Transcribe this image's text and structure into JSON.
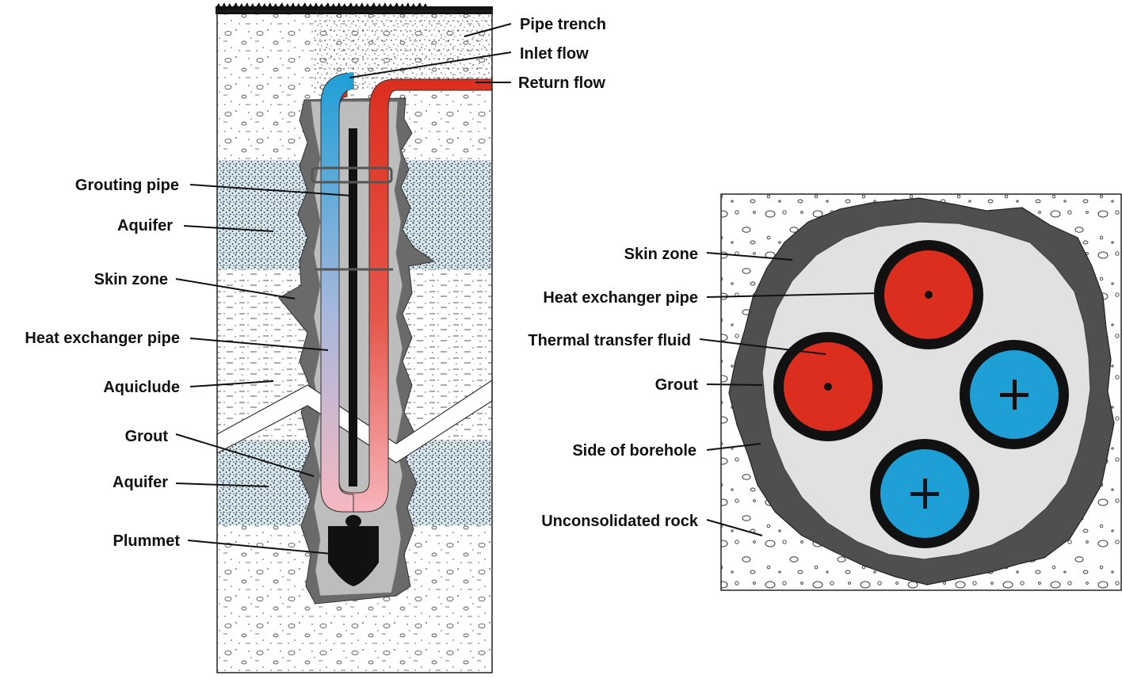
{
  "left_diagram": {
    "labels": {
      "pipe_trench": "Pipe trench",
      "inlet_flow": "Inlet flow",
      "return_flow": "Return flow",
      "grouting_pipe": "Grouting pipe",
      "aquifer_upper": "Aquifer",
      "skin_zone": "Skin zone",
      "heat_exchanger_pipe": "Heat exchanger pipe",
      "aquiclude": "Aquiclude",
      "grout": "Grout",
      "aquifer_lower": "Aquifer",
      "plummet": "Plummet"
    }
  },
  "right_diagram": {
    "labels": {
      "skin_zone": "Skin zone",
      "heat_exchanger_pipe": "Heat exchanger pipe",
      "thermal_transfer_fluid": "Thermal transfer fluid",
      "grout": "Grout",
      "side_of_borehole": "Side of borehole",
      "unconsolidated_rock": "Unconsolidated rock"
    }
  },
  "colors": {
    "inlet_cold": "#1e9fd6",
    "return_hot": "#dc2e1e",
    "grout": "#bdbdbd",
    "skin_zone": "#505050",
    "aquifer": "#d8e8f0",
    "unconsolidated_rock": "#ffffff"
  }
}
